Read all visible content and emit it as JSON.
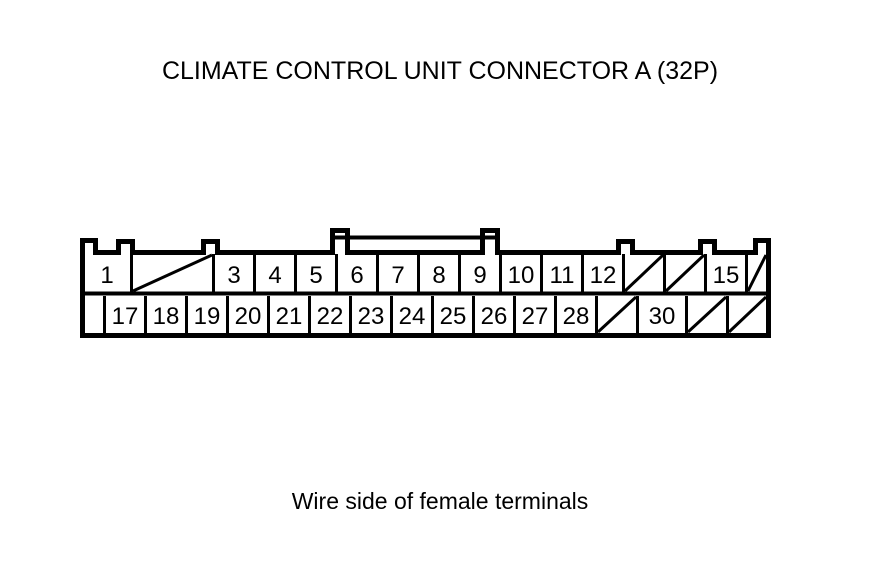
{
  "document": {
    "title": "CLIMATE CONTROL UNIT CONNECTOR A (32P)",
    "caption": "Wire side of female terminals",
    "line_color": "#000000",
    "background_color": "#ffffff"
  },
  "connector": {
    "name": "CLIMATE CONTROL UNIT CONNECTOR A",
    "pin_count_label": "32P",
    "view": "Wire side of female terminals",
    "rows": [
      {
        "row_name": "top-row",
        "cells": [
          {
            "label": "1",
            "blank": false
          },
          {
            "label": "",
            "blank": true
          },
          {
            "label": "3",
            "blank": false
          },
          {
            "label": "4",
            "blank": false
          },
          {
            "label": "5",
            "blank": false
          },
          {
            "label": "6",
            "blank": false
          },
          {
            "label": "7",
            "blank": false
          },
          {
            "label": "8",
            "blank": false
          },
          {
            "label": "9",
            "blank": false
          },
          {
            "label": "10",
            "blank": false
          },
          {
            "label": "11",
            "blank": false
          },
          {
            "label": "12",
            "blank": false
          },
          {
            "label": "",
            "blank": true
          },
          {
            "label": "",
            "blank": true
          },
          {
            "label": "15",
            "blank": false
          },
          {
            "label": "",
            "blank": true
          }
        ]
      },
      {
        "row_name": "bottom-row",
        "cells": [
          {
            "label": "",
            "blank": false
          },
          {
            "label": "17",
            "blank": false
          },
          {
            "label": "18",
            "blank": false
          },
          {
            "label": "19",
            "blank": false
          },
          {
            "label": "20",
            "blank": false
          },
          {
            "label": "21",
            "blank": false
          },
          {
            "label": "22",
            "blank": false
          },
          {
            "label": "23",
            "blank": false
          },
          {
            "label": "24",
            "blank": false
          },
          {
            "label": "25",
            "blank": false
          },
          {
            "label": "26",
            "blank": false
          },
          {
            "label": "27",
            "blank": false
          },
          {
            "label": "28",
            "blank": false
          },
          {
            "label": "",
            "blank": true
          },
          {
            "label": "30",
            "blank": false
          },
          {
            "label": "",
            "blank": true
          },
          {
            "label": "",
            "blank": true
          }
        ]
      }
    ]
  }
}
